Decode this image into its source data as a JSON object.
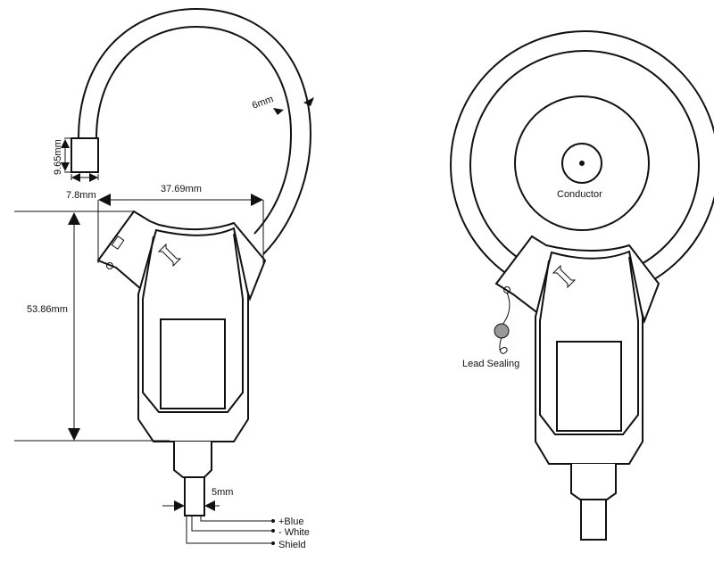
{
  "left_view": {
    "dim_height": "9.65mm",
    "dim_width": "7.8mm",
    "dim_opening": "37.69mm",
    "dim_body": "53.86mm",
    "dim_coil": "6mm",
    "dim_cable": "5mm",
    "wires": [
      "+Blue",
      "- White",
      "Shield"
    ]
  },
  "right_view": {
    "conductor_label": "Conductor",
    "lead_sealing_label": "Lead Sealing"
  }
}
